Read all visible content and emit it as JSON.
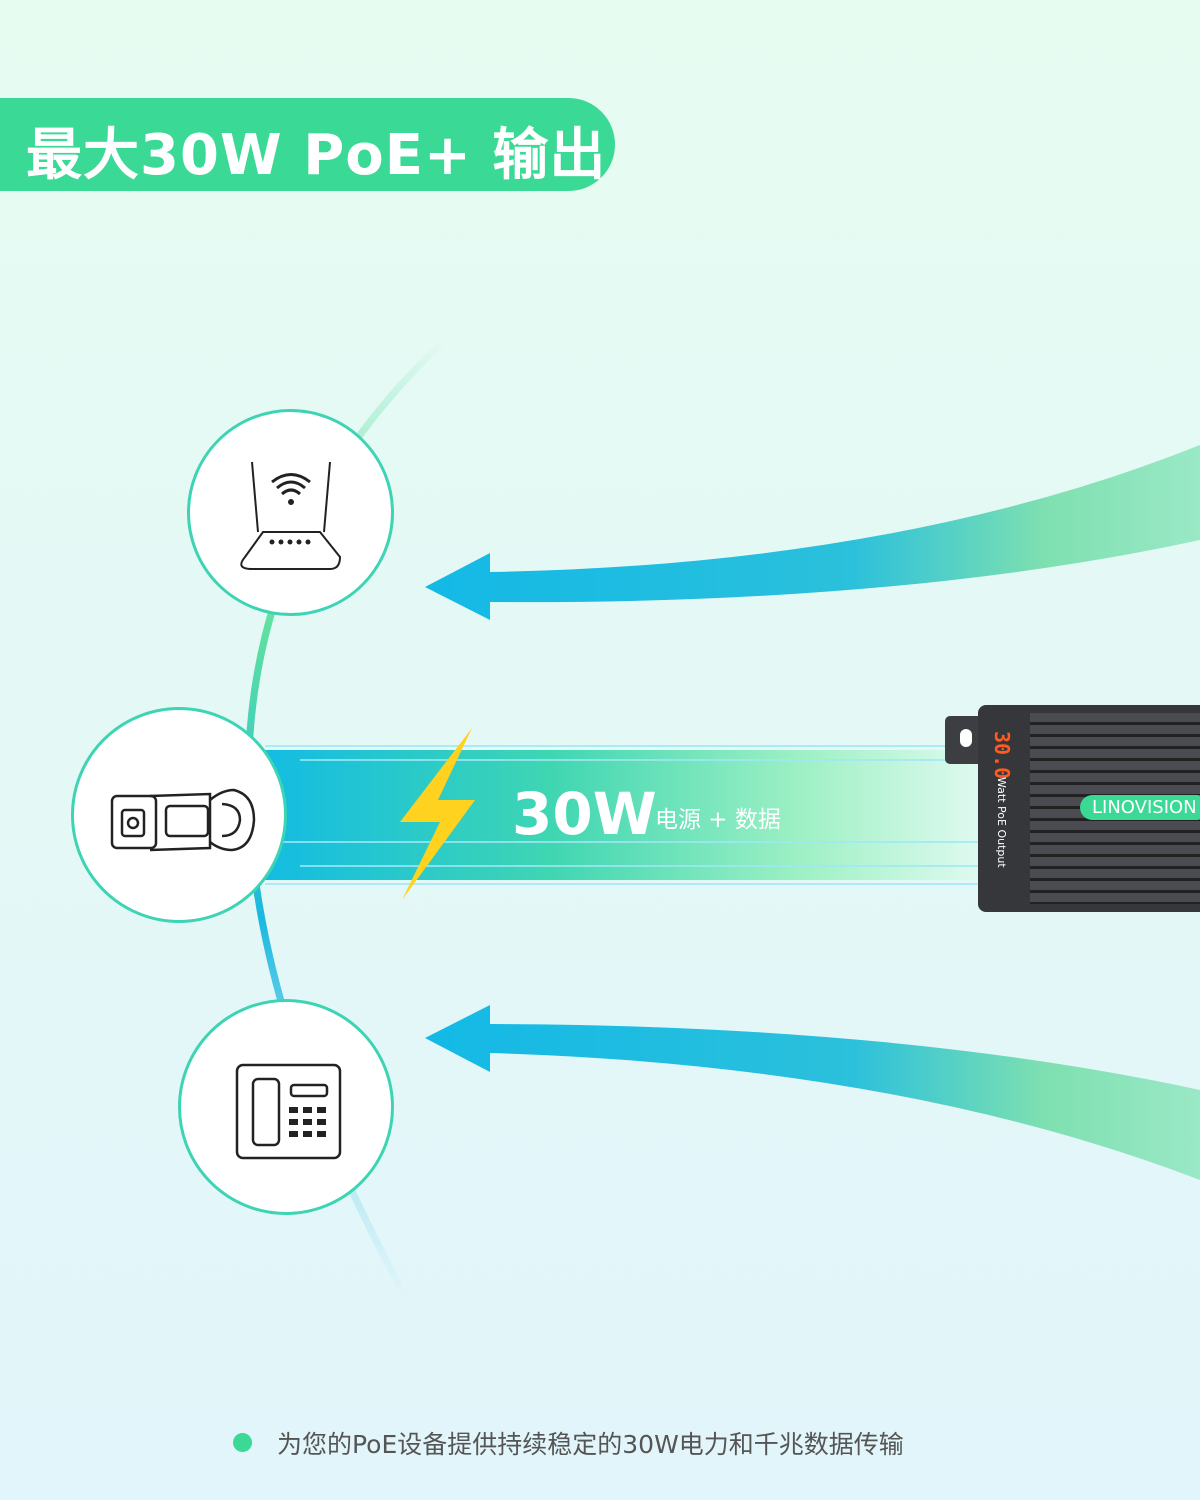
{
  "header": {
    "title": "最大30W PoE+ 输出"
  },
  "beam": {
    "power_label": "30W",
    "subtitle": "电源 + 数据"
  },
  "device": {
    "display": "30.0",
    "output_label": "Watt PoE Output",
    "brand": "LINOVISION"
  },
  "footer": {
    "text": "为您的PoE设备提供持续稳定的30W电力和千兆数据传输"
  },
  "colors": {
    "accent": "#3ad995",
    "blue": "#13b9e6",
    "bolt": "#ffd21f",
    "display": "#ff5a1f"
  },
  "icons": [
    "router-icon",
    "camera-icon",
    "phone-icon",
    "lightning-icon"
  ]
}
